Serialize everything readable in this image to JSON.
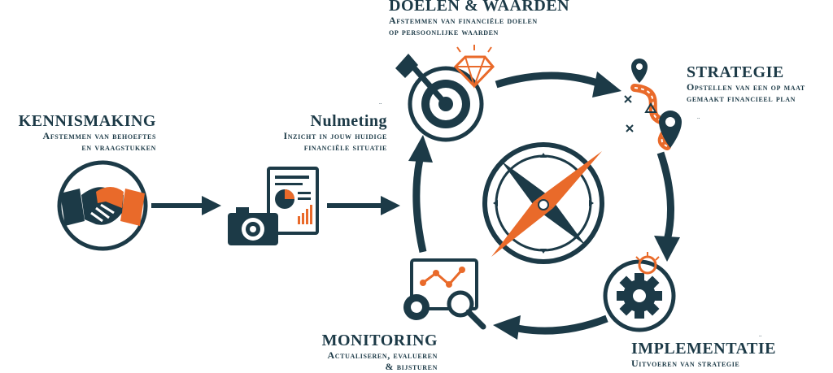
{
  "colors": {
    "navy": "#1c3a47",
    "orange": "#e96a2a",
    "white": "#ffffff"
  },
  "steps": [
    {
      "id": "kennismaking",
      "title": "KENNISMAKING",
      "subtitle_lines": [
        "Afstemmen van behoeftes",
        "en vraagstukken"
      ],
      "icon": "handshake-icon"
    },
    {
      "id": "nulmeting",
      "title": "Nulmeting",
      "subtitle_lines": [
        "Inzicht in jouw huidige",
        "financiële situatie"
      ],
      "icon": "camera-report-icon"
    },
    {
      "id": "doelen",
      "title": "DOELEN & WAARDEN",
      "subtitle_lines": [
        "Afstemmen van financiële doelen",
        "op persoonlijke waarden"
      ],
      "icon": "target-diamond-icon"
    },
    {
      "id": "strategie",
      "title": "STRATEGIE",
      "subtitle_lines": [
        "Opstellen van een op maat",
        "gemaakt financieel plan"
      ],
      "icon": "route-map-icon"
    },
    {
      "id": "implementatie",
      "title": "IMPLEMENTATIE",
      "subtitle_lines": [
        "Uitvoeren van strategie"
      ],
      "icon": "gear-lightbulb-icon"
    },
    {
      "id": "monitoring",
      "title": "MONITORING",
      "subtitle_lines": [
        "Actualiseren, evalueren",
        "& bijsturen"
      ],
      "icon": "analytics-magnifier-icon"
    }
  ],
  "center_icon": "compass-icon",
  "tiny_marks": [
    "..",
    "..",
    ".."
  ]
}
